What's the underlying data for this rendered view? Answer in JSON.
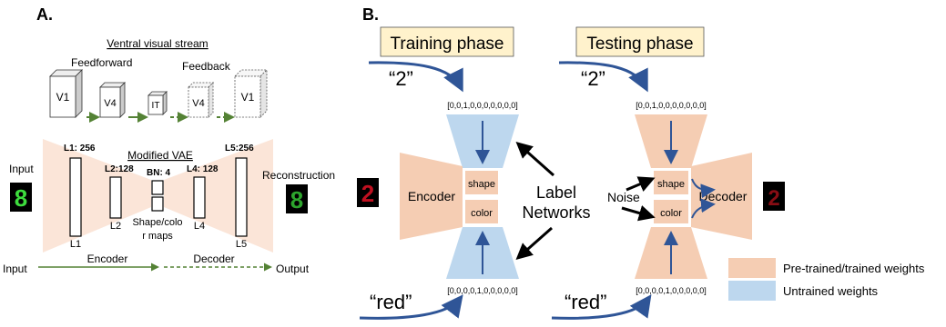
{
  "panel_a": {
    "label": "A.",
    "stream_title": "Ventral visual stream",
    "feedforward_label": "Feedforward",
    "feedback_label": "Feedback",
    "stream_boxes": [
      "V1",
      "V4",
      "IT",
      "V4",
      "V1"
    ],
    "vae_title": "Modified VAE",
    "layer_tops": [
      "L1: 256",
      "L2:128",
      "BN: 4",
      "L4: 128",
      "L5:256"
    ],
    "layer_bottoms": [
      "L1",
      "L2",
      "L4",
      "L5"
    ],
    "maps_label_line1": "Shape/colo",
    "maps_label_line2": "r maps",
    "input_label": "Input",
    "reconstruction_label": "Reconstruction",
    "bottom_input": "Input",
    "bottom_encoder": "Encoder",
    "bottom_decoder": "Decoder",
    "bottom_output": "Output",
    "digit_glyph": "8"
  },
  "panel_b": {
    "label": "B.",
    "training_title": "Training phase",
    "testing_title": "Testing phase",
    "quote_two": "“2”",
    "quote_red": "“red”",
    "onehot_shape": "[0,0,1,0,0,0,0,0,0,0]",
    "onehot_color": "[0,0,0,0,1,0,0,0,0,0]",
    "encoder_label": "Encoder",
    "decoder_label": "Decoder",
    "shape_label": "shape",
    "color_label": "color",
    "label_networks_line1": "Label",
    "label_networks_line2": "Networks",
    "noise_label": "Noise",
    "digit_glyph": "2"
  },
  "legend": {
    "trained_label": "Pre-trained/trained weights",
    "untrained_label": "Untrained weights"
  },
  "colors": {
    "trained": "#f5cdb3",
    "trained_light": "#fbe5d8",
    "untrained": "#bdd7ee",
    "title_box": "#fff2cc",
    "arrow_blue": "#2f5597",
    "arrow_green": "#548235",
    "digit_green": "#3ddc3d",
    "digit_red": "#c01020"
  }
}
